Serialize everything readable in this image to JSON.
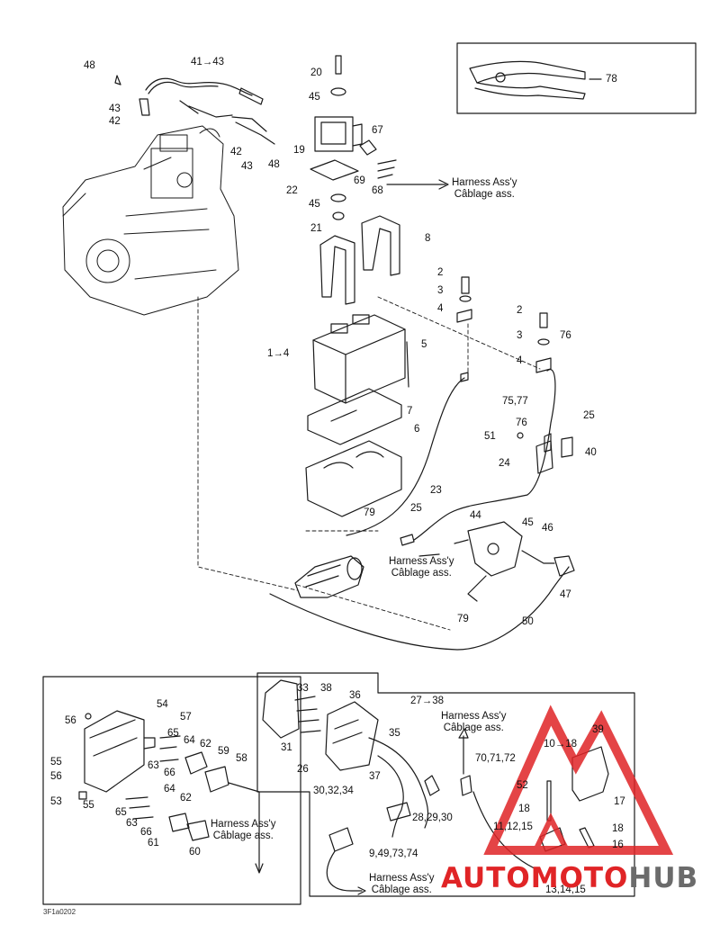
{
  "diagram": {
    "callouts": {
      "c78": "78",
      "c48a": "48",
      "c41_43": "41→43",
      "c43a": "43",
      "c42a": "42",
      "c42b": "42",
      "c43b": "43",
      "c48b": "48",
      "c20": "20",
      "c45a": "45",
      "c19": "19",
      "c67": "67",
      "c22": "22",
      "c69": "69",
      "c68": "68",
      "c45b": "45",
      "c21": "21",
      "c8": "8",
      "c2a": "2",
      "c3a": "3",
      "c4a": "4",
      "c1_4": "1→4",
      "c5": "5",
      "c2b": "2",
      "c3b": "3",
      "c76a": "76",
      "c4b": "4",
      "c75_77": "75,77",
      "c7": "7",
      "c6": "6",
      "c76b": "76",
      "c25a": "25",
      "c51": "51",
      "c40": "40",
      "c24": "24",
      "c23": "23",
      "c79a": "79",
      "c25b": "25",
      "c44": "44",
      "c45c": "45",
      "c46": "46",
      "c47": "47",
      "c79b": "79",
      "c50": "50",
      "c54": "54",
      "c56a": "56",
      "c57": "57",
      "c65a": "65",
      "c64a": "64",
      "c62a": "62",
      "c55a": "55",
      "c59": "59",
      "c56b": "56",
      "c63a": "63",
      "c66a": "66",
      "c58": "58",
      "c53": "53",
      "c55b": "55",
      "c64b": "64",
      "c65b": "65",
      "c62b": "62",
      "c63b": "63",
      "c66b": "66",
      "c61": "61",
      "c60": "60",
      "c33": "33",
      "c38": "38",
      "c36": "36",
      "c27_38": "27→38",
      "c35": "35",
      "c31": "31",
      "c26": "26",
      "c37": "37",
      "c30_32_34": "30,32,34",
      "c28_29_30": "28,29,30",
      "c9_49": "9,49,73,74",
      "c70_72": "70,71,72",
      "c10_18": "10→18",
      "c39": "39",
      "c52": "52",
      "c17": "17",
      "c18a": "18",
      "c18b": "18",
      "c11_15": "11,12,15",
      "c16": "16",
      "c13_15": "13,14,15"
    },
    "harness_labels": {
      "h1": [
        "Harness Ass'y",
        "Câblage ass."
      ],
      "h2": [
        "Harness Ass'y",
        "Câblage ass."
      ],
      "h3": [
        "Harness Ass'y",
        "Câblage ass."
      ],
      "h4": [
        "Harness Ass'y",
        "Câblage ass."
      ],
      "h5": [
        "Harness Ass'y",
        "Câblage ass."
      ]
    },
    "drawing_code": "3F1a0202",
    "watermark": {
      "part1": "AUTOMOTO",
      "part2": "HUB",
      "color_red": "#e02426",
      "color_gray": "#6b6b6b"
    }
  }
}
